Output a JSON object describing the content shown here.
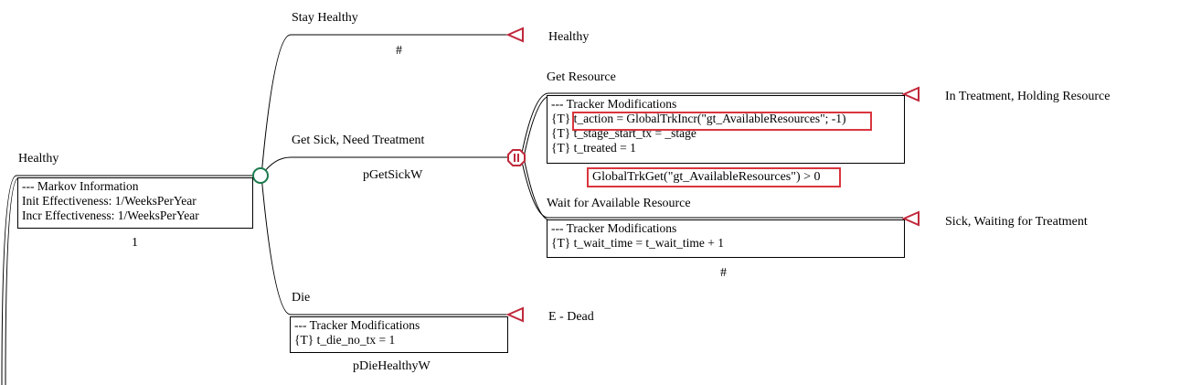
{
  "root": {
    "label": "Healthy",
    "markov_info": [
      "--- Markov Information",
      "Init Effectiveness: 1/WeeksPerYear",
      "Incr Effectiveness: 1/WeeksPerYear"
    ],
    "value": "1"
  },
  "branches": {
    "stay_healthy": {
      "label": "Stay Healthy",
      "prob": "#",
      "terminal": "Healthy"
    },
    "get_sick": {
      "label": "Get Sick, Need Treatment",
      "prob": "pGetSickW"
    },
    "get_resource": {
      "label": "Get Resource",
      "tracker": [
        "--- Tracker Modifications",
        "{T} t_action = GlobalTrkIncr(\"gt_AvailableResources\"; -1)",
        "{T} t_stage_start_tx = _stage",
        "{T} t_treated = 1"
      ],
      "condition": "GlobalTrkGet(\"gt_AvailableResources\") > 0",
      "terminal": "In Treatment, Holding Resource"
    },
    "wait": {
      "label": "Wait for Available Resource",
      "tracker": [
        "--- Tracker Modifications",
        "{T} t_wait_time = t_wait_time + 1"
      ],
      "prob": "#",
      "terminal": "Sick, Waiting for Treatment"
    },
    "die": {
      "label": "Die",
      "tracker": [
        "--- Tracker Modifications",
        "{T} t_die_no_tx = 1"
      ],
      "prob": "pDieHealthyW",
      "terminal": "E - Dead"
    }
  },
  "colors": {
    "chance_node": "#1a7a4c",
    "terminal_node": "#c0283a",
    "highlight": "#d9363e"
  }
}
